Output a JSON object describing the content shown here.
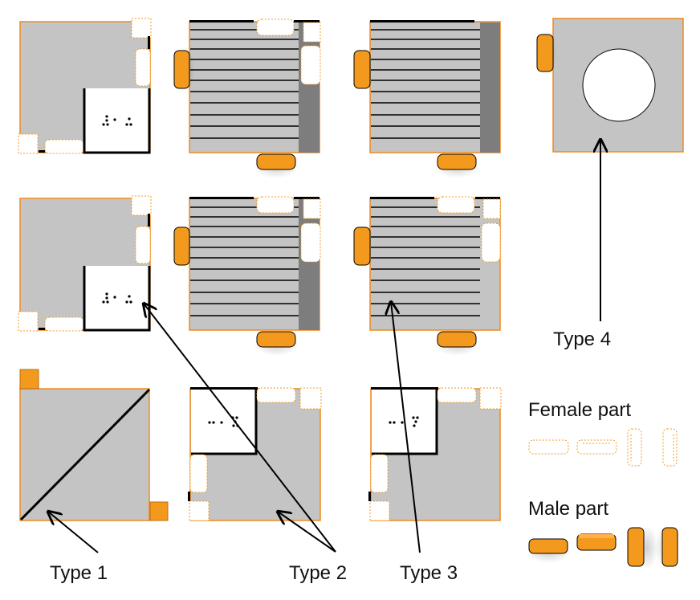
{
  "labels": {
    "type1": "Type 1",
    "type2": "Type 2",
    "type3": "Type 3",
    "type4": "Type 4"
  },
  "legend": {
    "female": "Female part",
    "male": "Male part"
  },
  "colors": {
    "tile_fill": "#c4c4c4",
    "tile_border": "#f08a1e",
    "connector": "#f39a1e",
    "dark_band": "#7d7d7d",
    "ink": "#000000"
  }
}
